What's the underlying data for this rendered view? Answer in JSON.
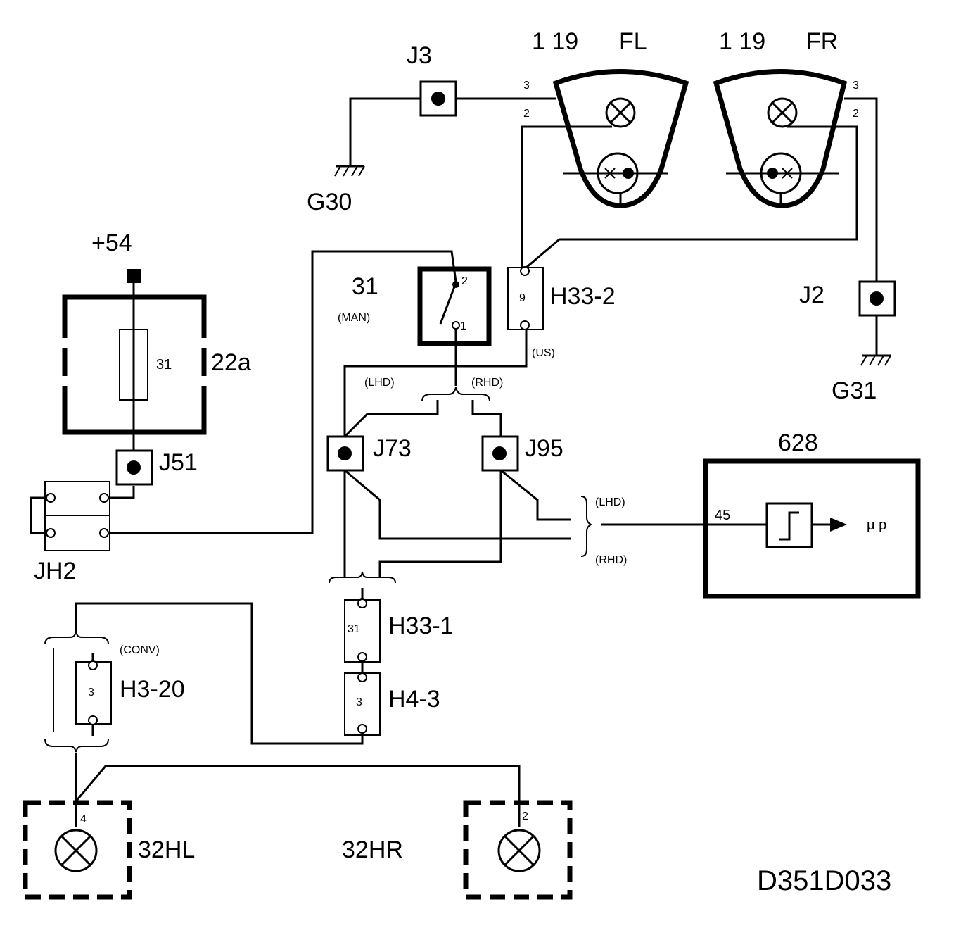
{
  "headlamps": {
    "left": {
      "ref": "1 19",
      "side": "FL",
      "pin_a": "3",
      "pin_b": "2"
    },
    "right": {
      "ref": "1 19",
      "side": "FR",
      "pin_a": "3",
      "pin_b": "2"
    }
  },
  "junctions": {
    "j3": "J3",
    "j2": "J2",
    "j51": "J51",
    "j73": "J73",
    "j95": "J95",
    "jh2": "JH2"
  },
  "grounds": {
    "g30": "G30",
    "g31": "G31"
  },
  "power": {
    "supply": "+54"
  },
  "fuse": {
    "box": "22a",
    "number": "31"
  },
  "switch": {
    "ref": "31",
    "mode": "(MAN)",
    "pin_top": "2",
    "pin_bottom": "1"
  },
  "connectors": {
    "h33_2": {
      "label": "H33-2",
      "pin": "9",
      "note": "(US)"
    },
    "h33_1": {
      "label": "H33-1",
      "pin": "31"
    },
    "h4_3": {
      "label": "H4-3",
      "pin": "3"
    },
    "h3_20": {
      "label": "H3-20",
      "pin": "3",
      "note": "(CONV)"
    }
  },
  "variants": {
    "lhd": "(LHD)",
    "rhd": "(RHD)"
  },
  "module": {
    "ref": "628",
    "pin": "45",
    "output": "μ p"
  },
  "rear_lamps": {
    "left": {
      "label": "32HL",
      "pin": "4"
    },
    "right": {
      "label": "32HR",
      "pin": "2"
    }
  },
  "drawing_code": "D351D033"
}
